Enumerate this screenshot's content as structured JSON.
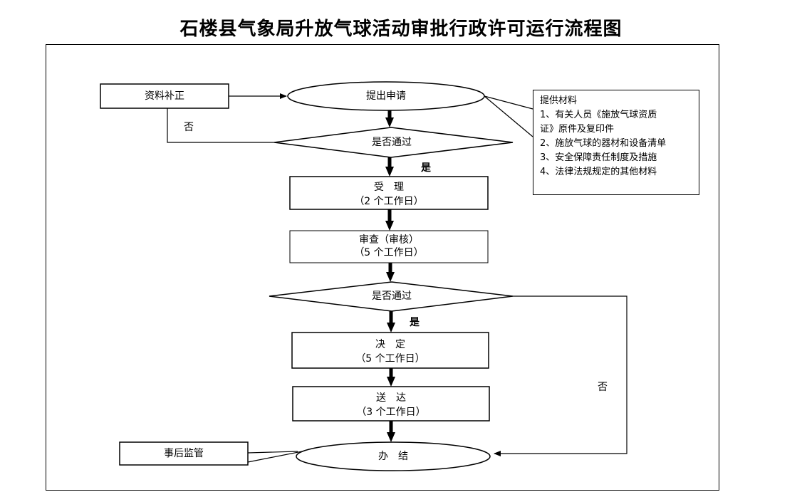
{
  "title": "石楼县气象局升放气球活动审批行政许可运行流程图",
  "nodes": {
    "supplement": "资料补正",
    "apply": "提出申请",
    "check1": "是否通过",
    "accept_1": "受　理",
    "accept_2": "（2 个工作日）",
    "review_1": "审查（审核）",
    "review_2": "（5 个工作日）",
    "check2": "是否通过",
    "decide_1": "决　定",
    "decide_2": "（5 个工作日）",
    "deliver_1": "送　达",
    "deliver_2": "（3 个工作日）",
    "supervise": "事后监管",
    "finish": "办　结"
  },
  "edges": {
    "no_top": "否",
    "yes_1": "是",
    "yes_2": "是",
    "no_right": "否"
  },
  "materials": {
    "heading": "提供材料",
    "item1_a": "1、有关人员《施放气球资质",
    "item1_b": "证》原件及复印件",
    "item2": "2、施放气球的器材和设备清单",
    "item3": "3、安全保障责任制度及措施",
    "item4": "4、法律法规规定的其他材料"
  }
}
